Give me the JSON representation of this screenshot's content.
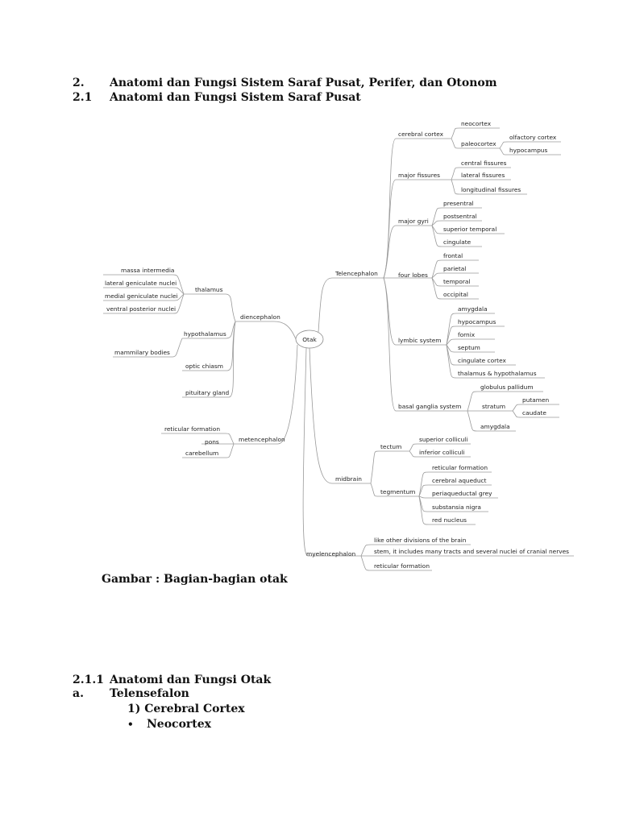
{
  "sections": [
    {
      "num": "2.",
      "title": "Anatomi dan Fungsi Sistem Saraf Pusat, Perifer, dan Otonom"
    },
    {
      "num": "2.1",
      "title": "Anatomi dan Fungsi Sistem Saraf Pusat"
    }
  ],
  "caption": "Gambar : Bagian-bagian otak",
  "subsections": {
    "s211_num": "2.1.1",
    "s211_title": "Anatomi dan Fungsi Otak",
    "a_num": "a.",
    "a_title": "Telensefalon",
    "item1": "1) Cerebral Cortex",
    "bullet": "•",
    "bullet_text": "Neocortex"
  },
  "mindmap": {
    "root": "Otak",
    "labels": {
      "telencephalon": "Telencephalon",
      "cerebral_cortex": "cerebral cortex",
      "neocortex": "neocortex",
      "paleocortex": "paleocortex",
      "olfactory_cortex": "olfactory cortex",
      "hypocampus_1": "hypocampus",
      "major_fissures": "major fissures",
      "central_fissures": "central fissures",
      "lateral_fissures": "lateral fissures",
      "longitudinal_fissures": "longitudinal fissures",
      "major_gyri": "major gyri",
      "presentral": "presentral",
      "postsentral": "postsentral",
      "superior_temporal": "superior temporal",
      "cingulate": "cingulate",
      "four_lobes": "four lobes",
      "frontal": "frontal",
      "parietal": "parietal",
      "temporal": "temporal",
      "occipital": "occipital",
      "lymbic_system": "lymbic system",
      "amygdala_1": "amygdala",
      "hypocampus_2": "hypocampus",
      "fornix": "fornix",
      "septum": "septum",
      "cingulate_cortex": "cingulate cortex",
      "thalamus_hypothalamus": "thalamus & hypothalamus",
      "basal_ganglia": "basal ganglia system",
      "globulus_pallidum": "globulus pallidum",
      "stratum": "stratum",
      "putamen": "putamen",
      "caudate": "caudate",
      "amygdala_2": "amygdala",
      "diencephalon": "diencephalon",
      "thalamus": "thalamus",
      "massa_intermedia": "massa intermedia",
      "lateral_geniculate": "lateral geniculate nuclei",
      "medial_geniculate": "medial geniculate nuclei",
      "ventral_posterior": "ventral posterior nuclei",
      "hypothalamus": "hypothalamus",
      "mammilary_bodies": "mammilary bodies",
      "optic_chiasm": "optic chiasm",
      "pituitary_gland": "pituitary gland",
      "metencephalon": "metencephalon",
      "reticular_formation_1": "reticular formation",
      "pons": "pons",
      "carebellum": "carebellum",
      "midbrain": "midbrain",
      "tectum": "tectum",
      "superior_colliculi": "superior colliculi",
      "inferior_colliculi": "inferior colliculi",
      "tegmentum": "tegmentum",
      "reticular_formation_2": "reticular formation",
      "cerebral_aqueduct": "cerebral aqueduct",
      "periaqueductal_grey": "periaqueductal grey",
      "substansia_nigra": "substansia nigra",
      "red_nucleus": "red nucleus",
      "myelencephalon": "myelencephalon",
      "like_other": "like other divisions of the brain",
      "stem_includes": "stem, it includes many tracts and several nuclei of cranial nerves",
      "reticular_formation_3": "reticular formation"
    }
  }
}
